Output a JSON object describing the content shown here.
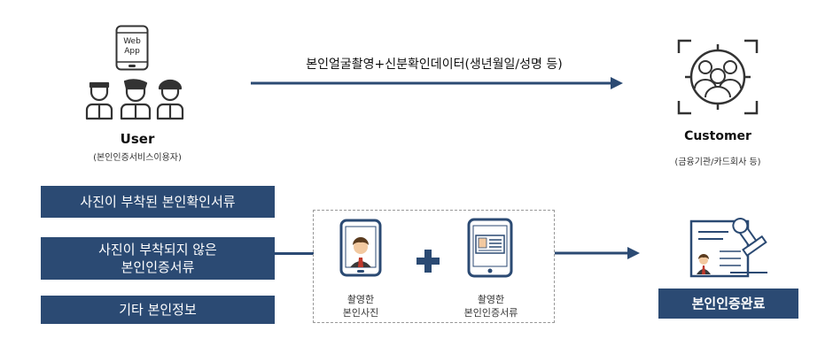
{
  "user": {
    "phone_text": [
      "Web",
      "App"
    ],
    "title": "User",
    "subtitle": "(본인인증서비스이용자)"
  },
  "top_arrow_label": "본인얼굴촬영+신분확인데이터(생년월일/성명 등)",
  "customer": {
    "title": "Customer",
    "subtitle": "(금융기관/카드회사 등)"
  },
  "documents": [
    "사진이 부착된 본인확인서류",
    "사진이 부착되지 않은\n본인인증서류",
    "기타 본인정보"
  ],
  "captured": {
    "photo_label": "촬영한\n본인사진",
    "doc_label": "촬영한\n본인인증서류"
  },
  "result_label": "본인인증완료",
  "colors": {
    "navy": "#2b4a73",
    "dark": "#333333",
    "skin": "#f2c9a0",
    "hair": "#5a3b1e",
    "suit": "#3a3a3a",
    "tie": "#c0392b"
  }
}
